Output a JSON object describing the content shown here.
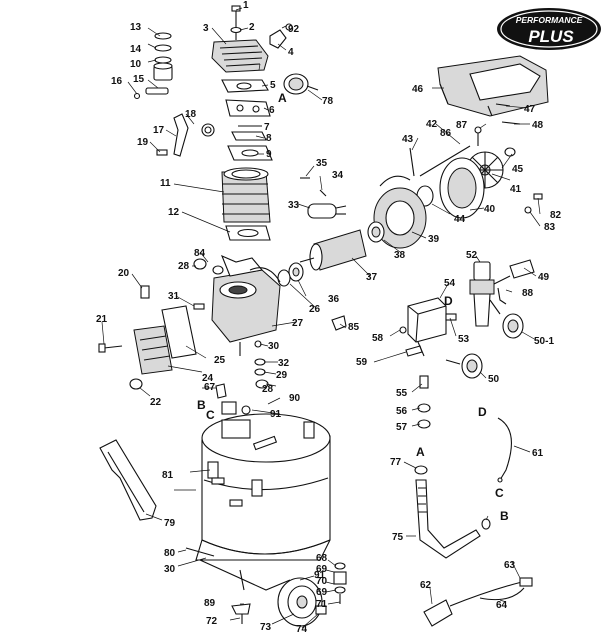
{
  "logo": {
    "line1": "PERFORMANCE",
    "line2": "PLUS"
  },
  "connectors": [
    "A",
    "B",
    "C",
    "D"
  ],
  "part_labels": [
    "1",
    "2",
    "3",
    "4",
    "5",
    "6",
    "7",
    "8",
    "9",
    "10",
    "11",
    "12",
    "13",
    "14",
    "15",
    "16",
    "17",
    "18",
    "19",
    "20",
    "21",
    "22",
    "24",
    "25",
    "26",
    "27",
    "28",
    "29",
    "30",
    "31",
    "32",
    "33",
    "34",
    "35",
    "36",
    "37",
    "38",
    "39",
    "40",
    "41",
    "42",
    "43",
    "44",
    "45",
    "46",
    "47",
    "48",
    "49",
    "50",
    "50-1",
    "52",
    "53",
    "54",
    "55",
    "56",
    "57",
    "58",
    "59",
    "61",
    "62",
    "63",
    "64",
    "67",
    "68",
    "69",
    "70",
    "71",
    "72",
    "73",
    "74",
    "75",
    "77",
    "78",
    "79",
    "80",
    "81",
    "82",
    "83",
    "84",
    "85",
    "86",
    "87",
    "88",
    "89",
    "90",
    "91",
    "92"
  ]
}
